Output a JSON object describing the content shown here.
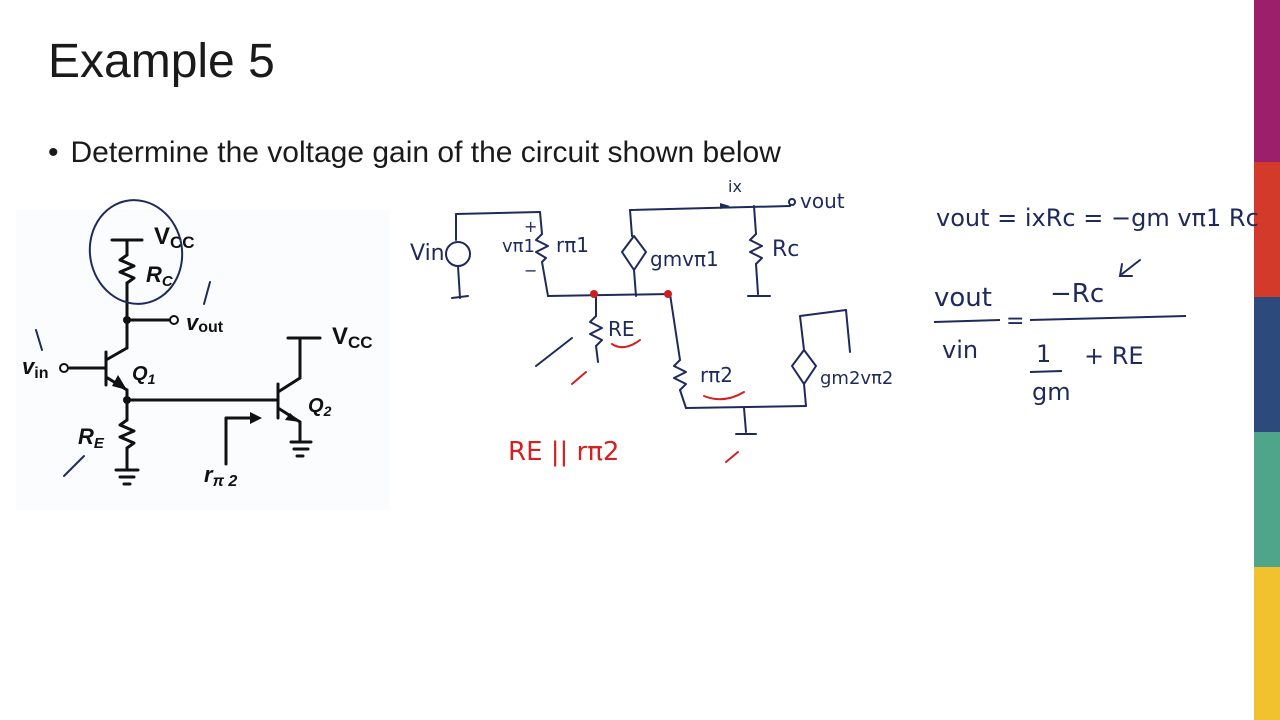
{
  "slide": {
    "title": "Example 5",
    "bullet": "Determine the voltage gain of the circuit shown below"
  },
  "accent_colors": [
    "#9b1f6a",
    "#d43a2a",
    "#2d4a7c",
    "#4fa58a",
    "#f2c12e"
  ],
  "schematic": {
    "vcc_top": "V",
    "vcc_top_sub": "CC",
    "rc": "R",
    "rc_sub": "C",
    "vout": "v",
    "vout_sub": "out",
    "vin": "v",
    "vin_sub": "in",
    "q1": "Q",
    "q1_sub": "1",
    "q2": "Q",
    "q2_sub": "2",
    "re": "R",
    "re_sub": "E",
    "vcc_right": "V",
    "vcc_right_sub": "CC",
    "rpi2": "r",
    "rpi2_sub": "π 2"
  },
  "handwriting": {
    "small_signal": {
      "vin": "Vin",
      "vpi1_label": "vπ1",
      "rpi1": "rπ1",
      "plus": "+",
      "minus": "−",
      "gm_source": "gmvπ1",
      "ix": "ix",
      "vout": "vout",
      "rc": "Rc",
      "re": "RE",
      "rpi2": "rπ2",
      "gm2_source": "gm2vπ2",
      "re_parallel": "RE || rπ2"
    },
    "equations": {
      "line1": "vout = ixRc = −gm vπ1 Rc",
      "ratio_num": "vout",
      "ratio_den": "vin",
      "eq": "=",
      "rhs_num": "−Rc",
      "frac_one": "1",
      "frac_gm": "gm",
      "plus_re": "+ RE"
    }
  }
}
